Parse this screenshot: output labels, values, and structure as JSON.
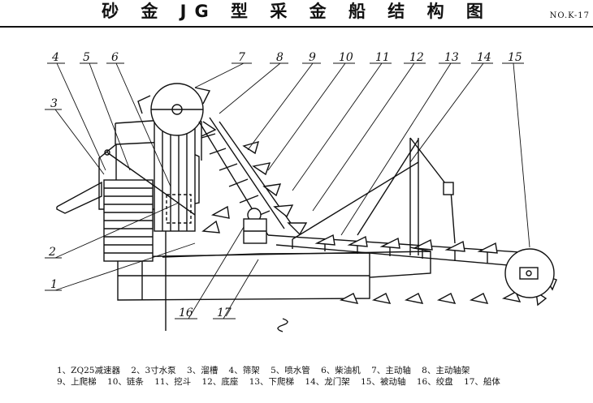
{
  "title": "砂 金 JG 型 采 金 船 结 构 图",
  "doc_no": "NO.K-17",
  "callouts": [
    "4",
    "5",
    "6",
    "7",
    "8",
    "9",
    "10",
    "11",
    "12",
    "13",
    "14",
    "15",
    "3",
    "2",
    "1",
    "16",
    "17"
  ],
  "legend_row1": [
    "1、ZQ25减速器",
    "2、3寸水泵",
    "3、溜槽",
    "4、筛架",
    "5、喷水管",
    "6、柴油机",
    "7、主动轴",
    "8、主动轴架"
  ],
  "legend_row2": [
    "9、上爬梯",
    "10、链条",
    "11、挖斗",
    "12、底座",
    "13、下爬梯",
    "14、龙门架",
    "15、被动轴",
    "16、绞盘",
    "17、船体"
  ]
}
